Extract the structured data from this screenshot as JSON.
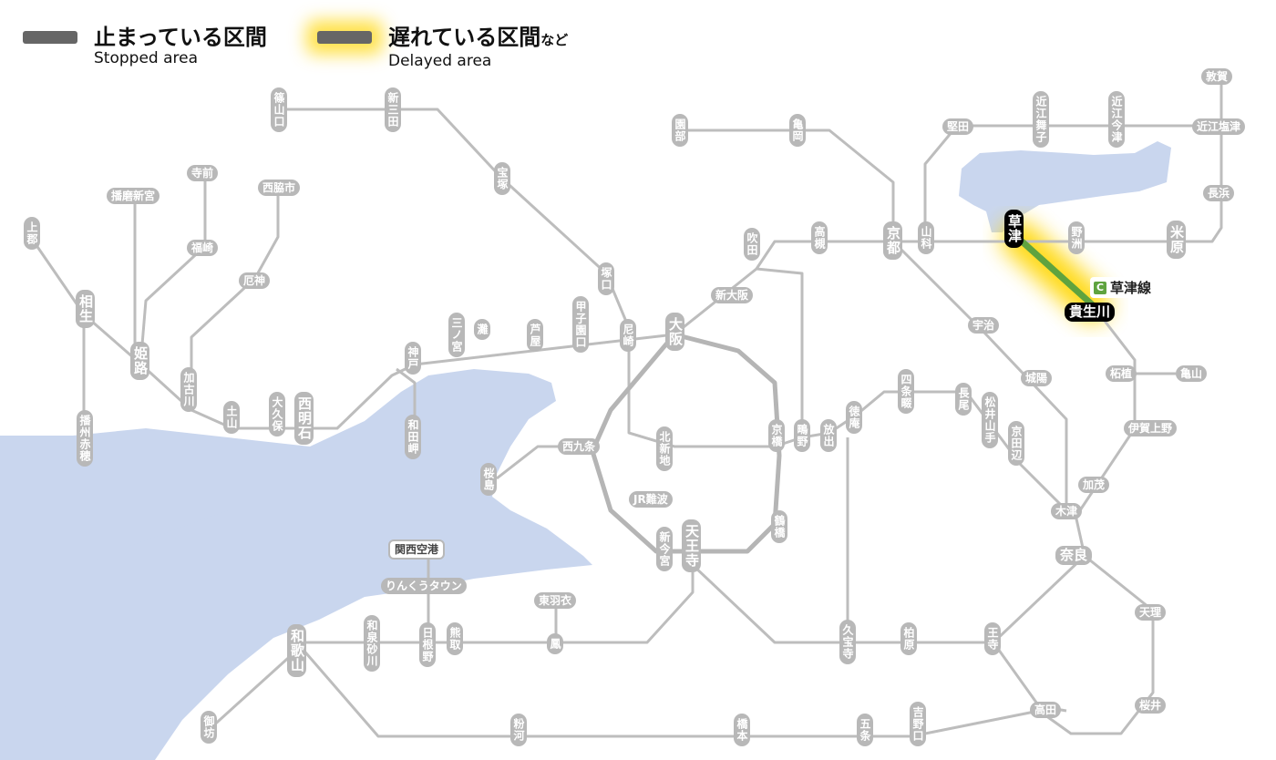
{
  "legend": {
    "stopped_ja": "止まっている区間",
    "stopped_en": "Stopped area",
    "delayed_ja": "遅れている区間",
    "delayed_suffix": "など",
    "delayed_en": "Delayed area"
  },
  "colors": {
    "line": "#bdbdbd",
    "sea": "#c9d6ee",
    "delay_glow": "#ffd600",
    "kusatsu_line": "#5fa33f",
    "station": "#b8b8b8"
  },
  "line_label": {
    "badge": "C",
    "name": "草津線"
  },
  "stations": {
    "sasayamaguchi": "篠山口",
    "shinsanda": "新三田",
    "takarazuka": "宝塚",
    "sonobe": "園部",
    "kameoka": "亀岡",
    "katata": "堅田",
    "omimaiko": "近江舞子",
    "omiimazu": "近江今津",
    "tsuruga": "敦賀",
    "omishiotsu": "近江塩津",
    "nagahama": "長浜",
    "maibara": "米原",
    "yasu": "野洲",
    "kusatsu": "草津",
    "kibukawa": "貴生川",
    "yamashina": "山科",
    "kyoto": "京都",
    "takatsuki": "高槻",
    "suita": "吹田",
    "shinosaka": "新大阪",
    "tsukaguchi": "塚口",
    "amagasaki": "尼崎",
    "osaka": "大阪",
    "koshienguchi": "甲子園口",
    "ashiya": "芦屋",
    "nada": "灘",
    "sannomiya": "三ノ宮",
    "kobe": "神戸",
    "wadamisaki": "和田岬",
    "nishiakashi": "西明石",
    "okubo": "大久保",
    "dokiyama": "土山",
    "kakogawa": "加古川",
    "himeji": "姫路",
    "aioi": "相生",
    "kamigori": "上郡",
    "banshuako": "播州赤穂",
    "harimashingu": "播磨新宮",
    "teramae": "寺前",
    "fukusaki": "福崎",
    "nishiwakishi": "西脇市",
    "yakujin": "厄神",
    "uji": "宇治",
    "jojo": "城陽",
    "kizu": "木津",
    "kamo": "加茂",
    "tsuge": "柘植",
    "kameyama": "亀山",
    "igaueno": "伊賀上野",
    "nara": "奈良",
    "tenri": "天理",
    "sakurai": "桜井",
    "takada": "高田",
    "oji": "王寺",
    "kashiwara": "柏原",
    "kyuhoji": "久宝寺",
    "hanaten": "放出",
    "shigino": "鴫野",
    "kyobashi": "京橋",
    "tokuan": "徳庵",
    "shijonawate": "四条畷",
    "nagao": "長尾",
    "matsuiyamate": "松井山手",
    "kyotanabe": "京田辺",
    "kitashinchi": "北新地",
    "nishikujo": "西九条",
    "sakurajima": "桜島",
    "jrnamba": "JR難波",
    "shinimamiya": "新今宮",
    "tennoji": "天王寺",
    "tsuruhashi": "鶴橋",
    "otori": "鳳",
    "higashihagoromo": "東羽衣",
    "kansaiairport": "関西空港",
    "rinkutown": "りんくうタウン",
    "hineno": "日根野",
    "kumatori": "熊取",
    "izumisunagawa": "和泉砂川",
    "wakayama": "和歌山",
    "gobo": "御坊",
    "kokawa": "粉河",
    "hashimoto": "橋本",
    "gojo": "五条",
    "yoshinoguchi": "吉野口"
  }
}
